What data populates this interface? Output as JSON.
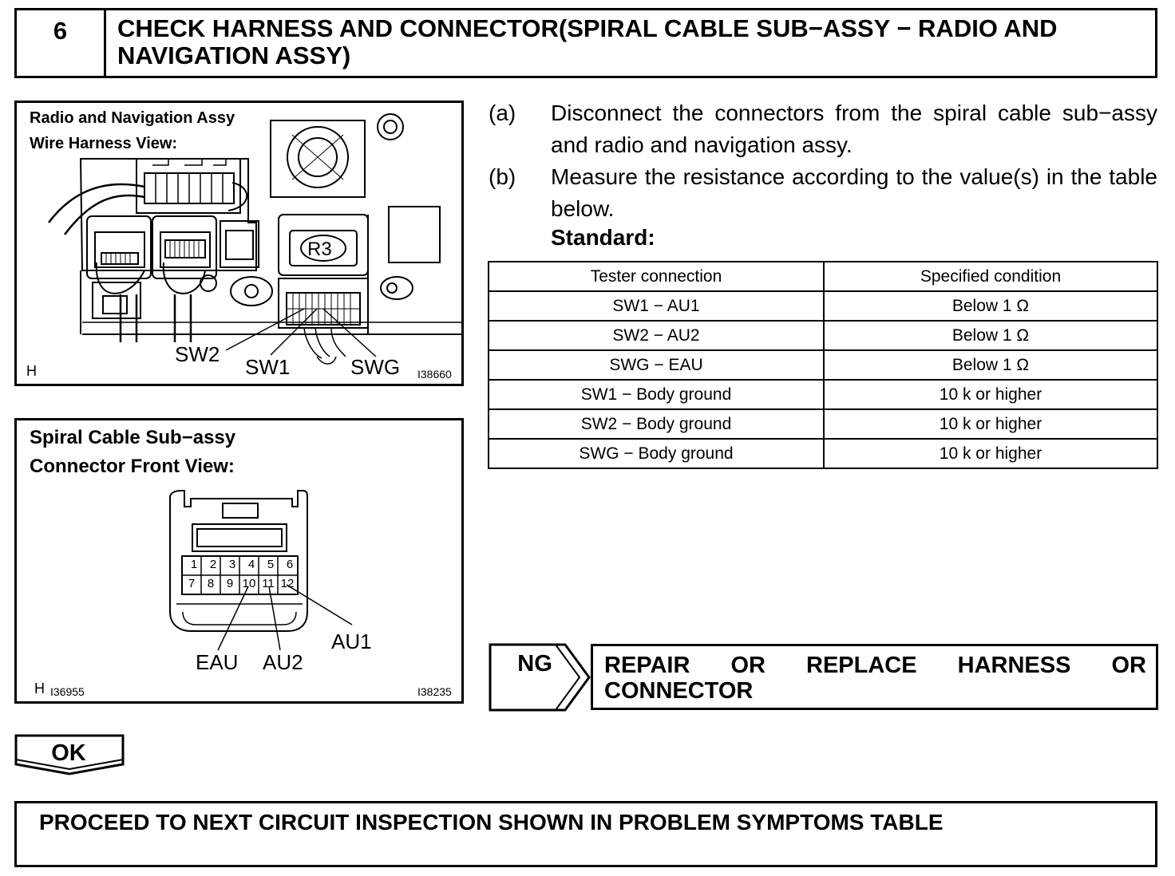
{
  "header": {
    "step_number": "6",
    "title": "CHECK HARNESS AND CONNECTOR(SPIRAL CABLE SUB−ASSY − RADIO AND NAVIGATION ASSY)"
  },
  "figure1": {
    "title_line1": "Radio and Navigation Assy",
    "title_line2": "Wire Harness View:",
    "connector_label": "R3",
    "callouts": [
      "SW2",
      "SW1",
      "SWG"
    ],
    "corner_letter": "H",
    "figure_id": "I38660"
  },
  "figure2": {
    "title_line1": "Spiral Cable Sub−assy",
    "title_line2": "Connector Front View:",
    "pins_top": [
      "1",
      "2",
      "3",
      "4",
      "5",
      "6"
    ],
    "pins_bottom": [
      "7",
      "8",
      "9",
      "10",
      "11",
      "12"
    ],
    "callouts": [
      "AU1",
      "EAU",
      "AU2"
    ],
    "corner_letter": "H",
    "figure_id_left": "I36955",
    "figure_id_right": "I38235"
  },
  "instructions": [
    {
      "mark": "(a)",
      "text": "Disconnect the connectors from the spiral cable sub−assy and radio and navigation assy."
    },
    {
      "mark": "(b)",
      "text": "Measure the resistance according to the value(s) in the table below."
    }
  ],
  "standard_label": "Standard:",
  "table": {
    "headers": [
      "Tester connection",
      "Specified condition"
    ],
    "rows": [
      [
        "SW1 − AU1",
        "Below 1 Ω"
      ],
      [
        "SW2 − AU2",
        "Below 1 Ω"
      ],
      [
        "SWG − EAU",
        "Below 1 Ω"
      ],
      [
        "SW1 − Body ground",
        "10 k or higher"
      ],
      [
        "SW2 − Body ground",
        "10 k or higher"
      ],
      [
        "SWG − Body ground",
        "10 k or higher"
      ]
    ]
  },
  "ng": {
    "label": "NG",
    "result": "REPAIR OR REPLACE HARNESS OR CONNECTOR"
  },
  "ok": {
    "label": "OK"
  },
  "proceed": "PROCEED TO NEXT CIRCUIT INSPECTION SHOWN IN PROBLEM SYMPTOMS TABLE"
}
